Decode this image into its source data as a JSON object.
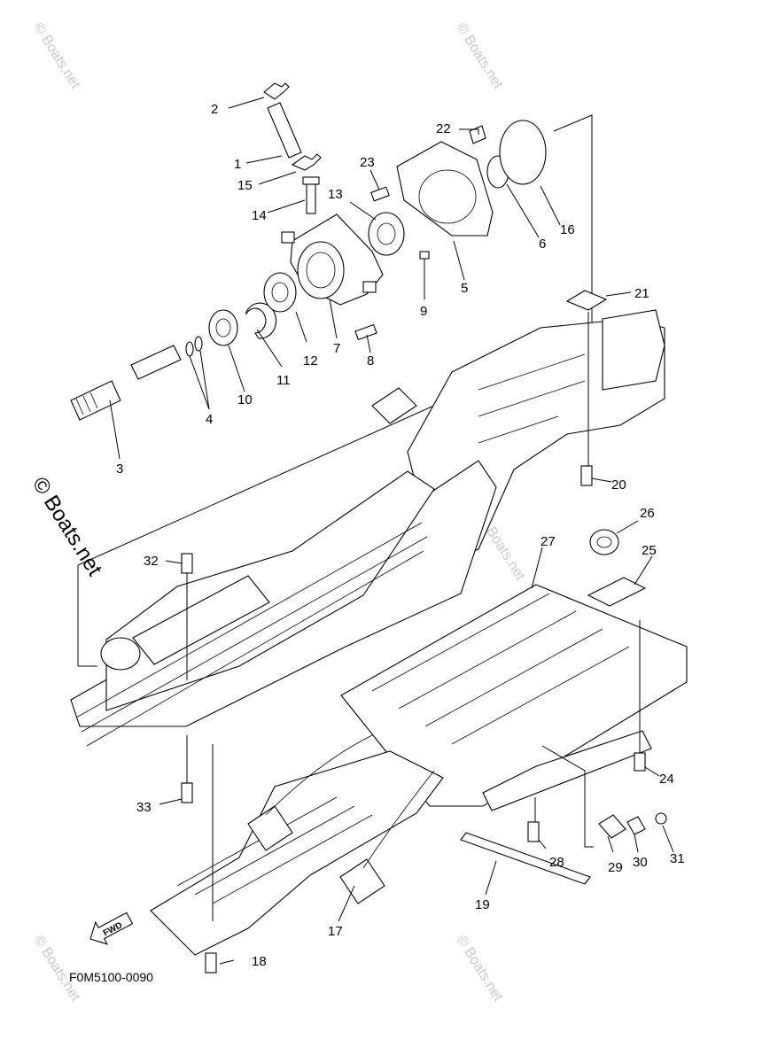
{
  "diagram": {
    "code": "F0M5100-0090",
    "fwd_label": "FWD",
    "watermark_small": "© Boats.net",
    "watermark_main": "© Boats.net",
    "callouts": [
      {
        "id": "c2",
        "text": "2"
      },
      {
        "id": "c1",
        "text": "1"
      },
      {
        "id": "c15",
        "text": "15"
      },
      {
        "id": "c14",
        "text": "14"
      },
      {
        "id": "c13",
        "text": "13"
      },
      {
        "id": "c23",
        "text": "23"
      },
      {
        "id": "c22",
        "text": "22"
      },
      {
        "id": "c16",
        "text": "16"
      },
      {
        "id": "c6",
        "text": "6"
      },
      {
        "id": "c5",
        "text": "5"
      },
      {
        "id": "c9",
        "text": "9"
      },
      {
        "id": "c7",
        "text": "7"
      },
      {
        "id": "c8",
        "text": "8"
      },
      {
        "id": "c12",
        "text": "12"
      },
      {
        "id": "c11",
        "text": "11"
      },
      {
        "id": "c10",
        "text": "10"
      },
      {
        "id": "c4",
        "text": "4"
      },
      {
        "id": "c3",
        "text": "3"
      },
      {
        "id": "c21",
        "text": "21"
      },
      {
        "id": "c20",
        "text": "20"
      },
      {
        "id": "c26",
        "text": "26"
      },
      {
        "id": "c25",
        "text": "25"
      },
      {
        "id": "c27",
        "text": "27"
      },
      {
        "id": "c32",
        "text": "32"
      },
      {
        "id": "c24",
        "text": "24"
      },
      {
        "id": "c33",
        "text": "33"
      },
      {
        "id": "c28",
        "text": "28"
      },
      {
        "id": "c29",
        "text": "29"
      },
      {
        "id": "c30",
        "text": "30"
      },
      {
        "id": "c31",
        "text": "31"
      },
      {
        "id": "c19",
        "text": "19"
      },
      {
        "id": "c17",
        "text": "17"
      },
      {
        "id": "c18",
        "text": "18"
      }
    ]
  }
}
